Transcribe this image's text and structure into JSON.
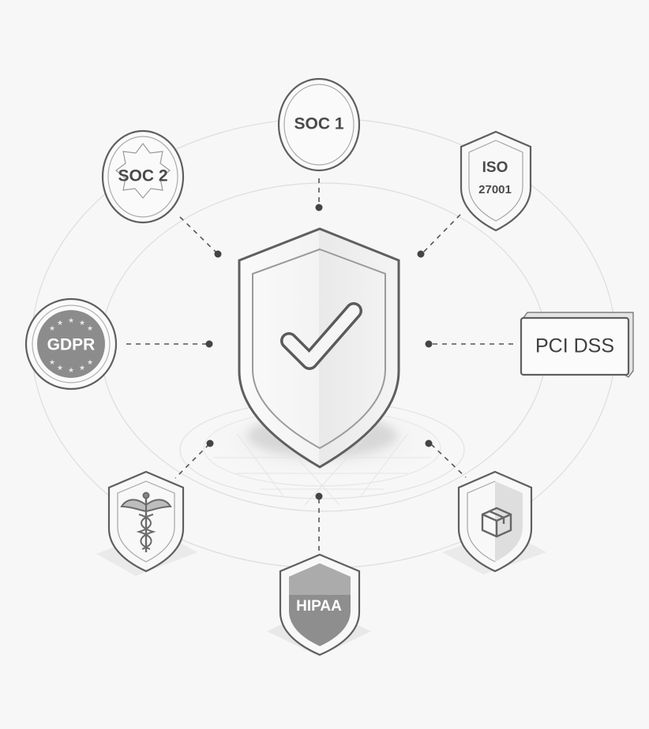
{
  "diagram": {
    "center": {
      "icon": "shield-check-icon"
    },
    "badges": [
      {
        "id": "soc1",
        "label": "SOC 1",
        "shape": "circle"
      },
      {
        "id": "iso",
        "label_line1": "ISO",
        "label_line2": "27001",
        "shape": "shield"
      },
      {
        "id": "pci",
        "label": "PCI DSS",
        "shape": "card"
      },
      {
        "id": "box",
        "icon": "package-icon",
        "shape": "shield"
      },
      {
        "id": "hipaa",
        "label": "HIPAA",
        "shape": "shield"
      },
      {
        "id": "medical",
        "icon": "caduceus-icon",
        "shape": "shield"
      },
      {
        "id": "gdpr",
        "label": "GDPR",
        "shape": "circle-stars"
      },
      {
        "id": "soc2",
        "label": "SOC 2",
        "shape": "circle-seal"
      }
    ],
    "colors": {
      "background": "#f7f7f7",
      "stroke": "#666666",
      "dark_fill": "#8a8a8a",
      "light_fill": "#ffffff",
      "connector": "#555555"
    }
  }
}
